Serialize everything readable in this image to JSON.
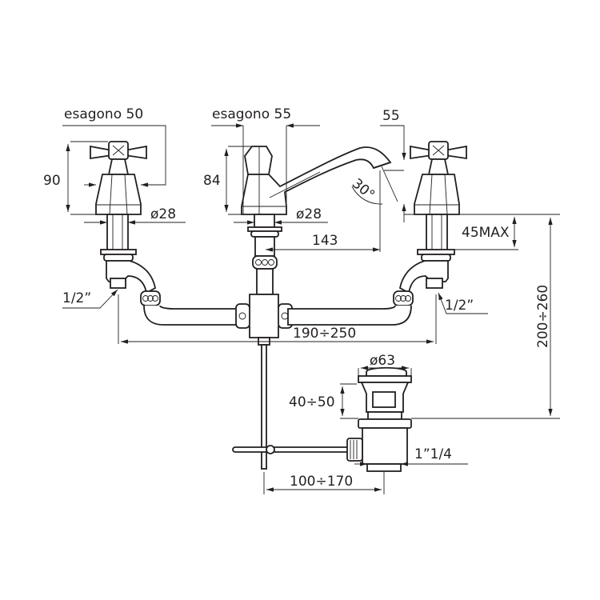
{
  "drawing": {
    "title": "Three-hole basin mixer with pop-up waste – dimensions",
    "dimensions": {
      "left_hex": "esagono  50",
      "center_hex": "esagono  55",
      "spout_width": "55",
      "left_height": "90",
      "center_height": "84",
      "left_diameter": "ø28",
      "center_diameter": "ø28",
      "spout_angle": "30°",
      "spout_reach": "143",
      "max_thickness": "45MAX",
      "left_thread": "1/2”",
      "right_thread": "1/2”",
      "center_spacing": "190÷250",
      "total_height": "200÷260",
      "waste_diameter": "ø63",
      "waste_height": "40÷50",
      "waste_thread": "1”1/4",
      "rod_distance": "100÷170"
    },
    "colors": {
      "line": "#231f20",
      "background": "#ffffff"
    }
  }
}
